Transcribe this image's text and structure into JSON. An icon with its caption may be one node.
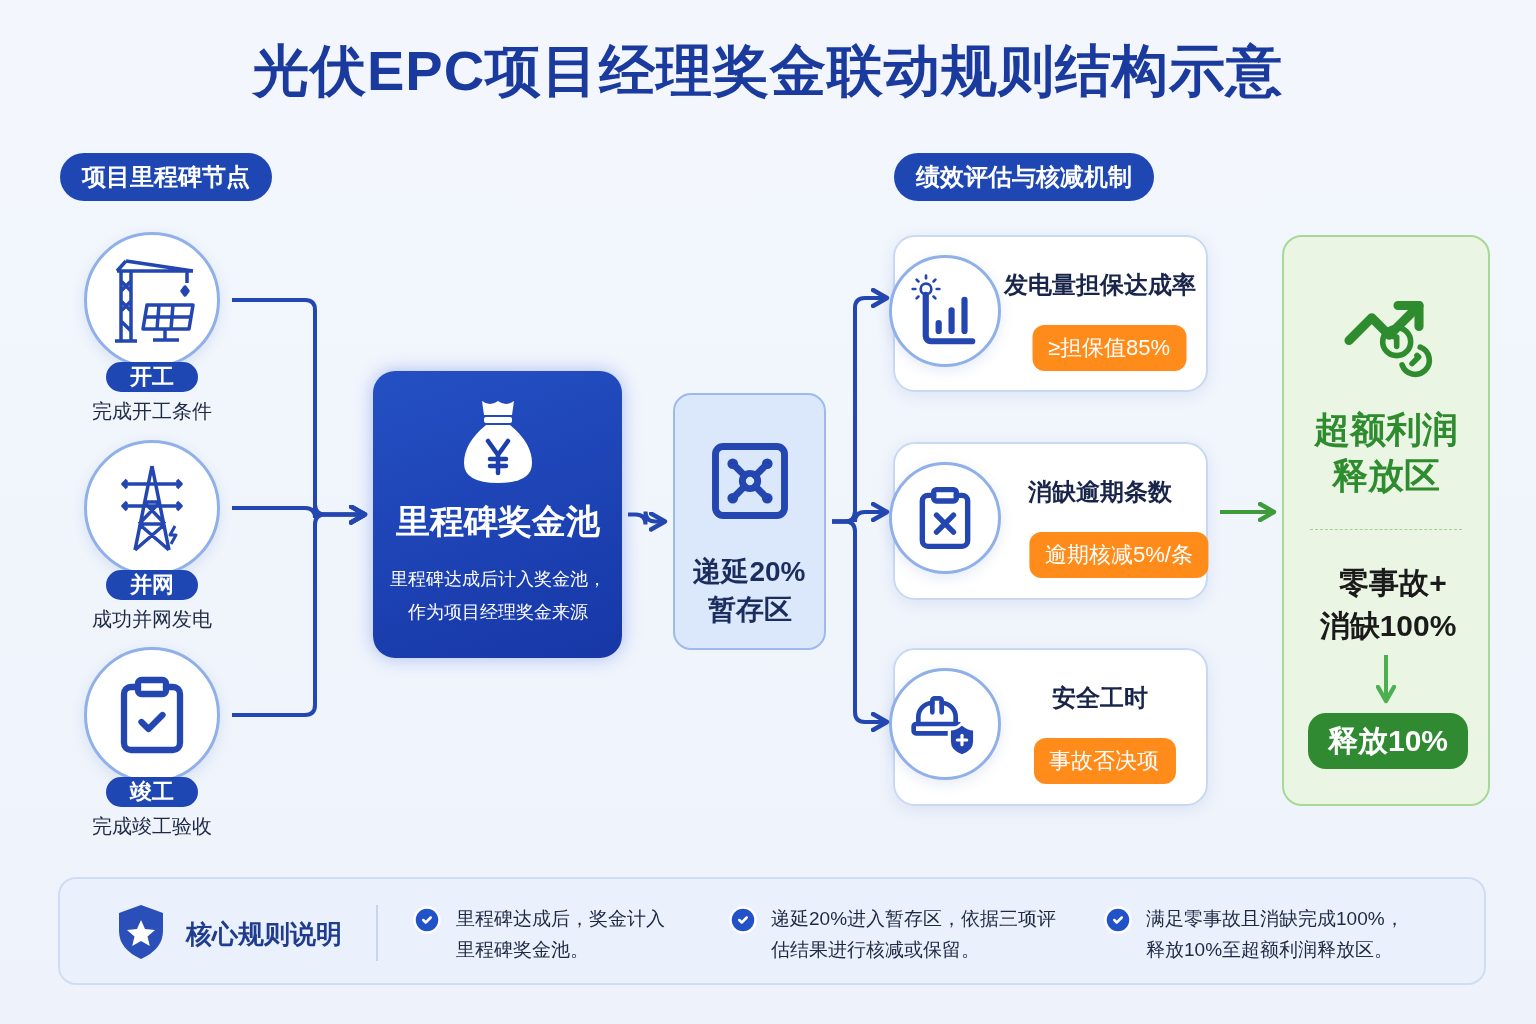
{
  "diagram": {
    "title": "光伏EPC项目经理奖金联动规则结构示意",
    "nodes": [
      {
        "text": [
          "开工"
        ],
        "beside": [
          "完成开工条件"
        ]
      },
      {
        "text": [
          "并网"
        ],
        "beside": [
          "成功并网发电"
        ]
      },
      {
        "text": [
          "竣工"
        ],
        "beside": [
          "完成竣工验收"
        ]
      },
      {
        "text": [
          "里程碑奖金池",
          "里程碑达成后计入奖金池，作为项目经理奖金来源"
        ]
      },
      {
        "text": [
          "递延20%暂存区"
        ]
      },
      {
        "text": [
          "发电量担保达成率",
          "≥担保值85%"
        ]
      },
      {
        "text": [
          "消缺逾期条数",
          "逾期核减5%/条"
        ]
      },
      {
        "text": [
          "安全工时",
          "事故否决项"
        ]
      },
      {
        "text": [
          "超额利润释放区"
        ]
      },
      {
        "text": [
          "零事故+消缺100%"
        ],
        "in": 8
      },
      {
        "text": [
          "释放10%"
        ],
        "in": 8
      }
    ],
    "edges": [
      {
        "from": 0,
        "to": 3,
        "arrow": "to"
      },
      {
        "from": 1,
        "to": 3,
        "arrow": "to"
      },
      {
        "from": 2,
        "to": 3,
        "arrow": "to"
      },
      {
        "from": 3,
        "to": 4,
        "arrow": "to"
      },
      {
        "from": 4,
        "to": 5,
        "arrow": "to"
      },
      {
        "from": 4,
        "to": 6,
        "arrow": "to"
      },
      {
        "from": 4,
        "to": 7,
        "arrow": "to"
      },
      {
        "from": 6,
        "to": 8,
        "arrow": "to",
        "color": "#3f9b3a"
      },
      {
        "from": 9,
        "to": 10,
        "arrow": "to",
        "color": "#4caf50"
      }
    ],
    "labels": [
      "项目里程碑节点",
      "绩效评估与核减机制",
      "核心规则说明",
      "里程碑达成后，奖金计入里程碑奖金池。",
      "递延20%进入暂存区，依据三项评估结果进行核减或保留。",
      "满足零事故且消缺完成100%，释放10%至超额利润释放区。"
    ]
  }
}
